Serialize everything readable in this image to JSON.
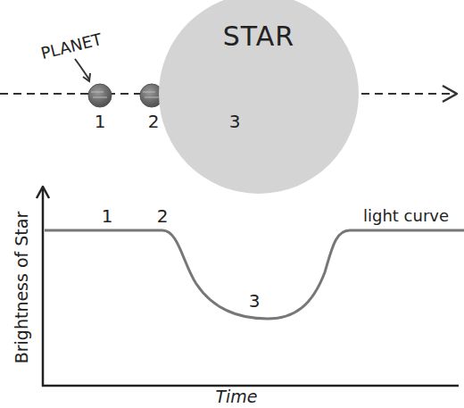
{
  "diagram": {
    "nodes": [
      {
        "text": [
          "STAR"
        ]
      }
    ],
    "labels": [
      "PLANET",
      "1",
      "2",
      "3",
      "1",
      "2",
      "3",
      "light curve",
      "Brightness of Star",
      "Time"
    ]
  }
}
